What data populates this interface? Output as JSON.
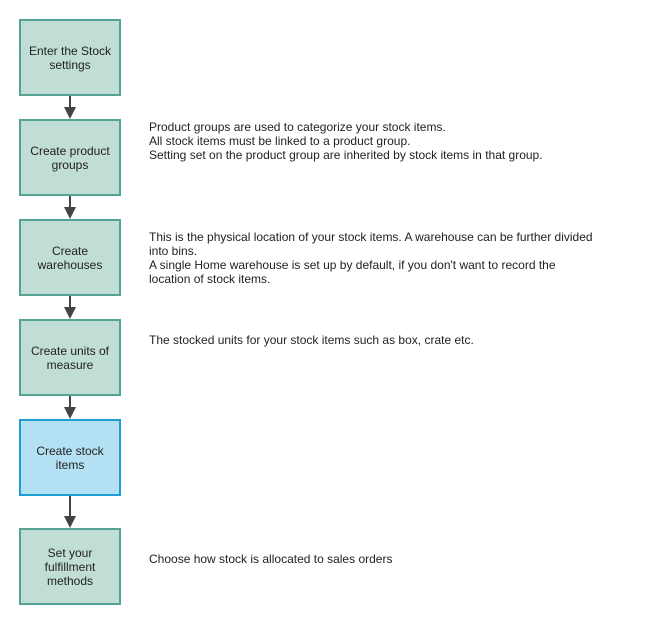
{
  "steps": [
    {
      "label": "Enter the Stock\nsettings",
      "description": ""
    },
    {
      "label": "Create product\ngroups",
      "description": "Product groups are used to categorize your stock items.\nAll stock items must be linked to a product group.\nSetting set on the product group are inherited by stock items in that group."
    },
    {
      "label": "Create\nwarehouses",
      "description": "This is the physical location of your stock items. A warehouse can be further divided\ninto bins.\nA single Home warehouse is set up by default, if you don't want to record the\nlocation of stock items."
    },
    {
      "label": "Create units of\nmeasure",
      "description": "The stocked units for your stock items such as box, crate etc."
    },
    {
      "label": "Create stock\nitems",
      "description": ""
    },
    {
      "label": "Set your\nfulfillment\nmethods",
      "description": "Choose how stock is allocated to sales orders"
    }
  ],
  "colors": {
    "box_fill": "#c0ddd6",
    "box_border": "#54a394",
    "highlight_fill": "#b3e0f2",
    "highlight_border": "#1d9dd3",
    "arrow": "#444444",
    "text": "#222222"
  }
}
